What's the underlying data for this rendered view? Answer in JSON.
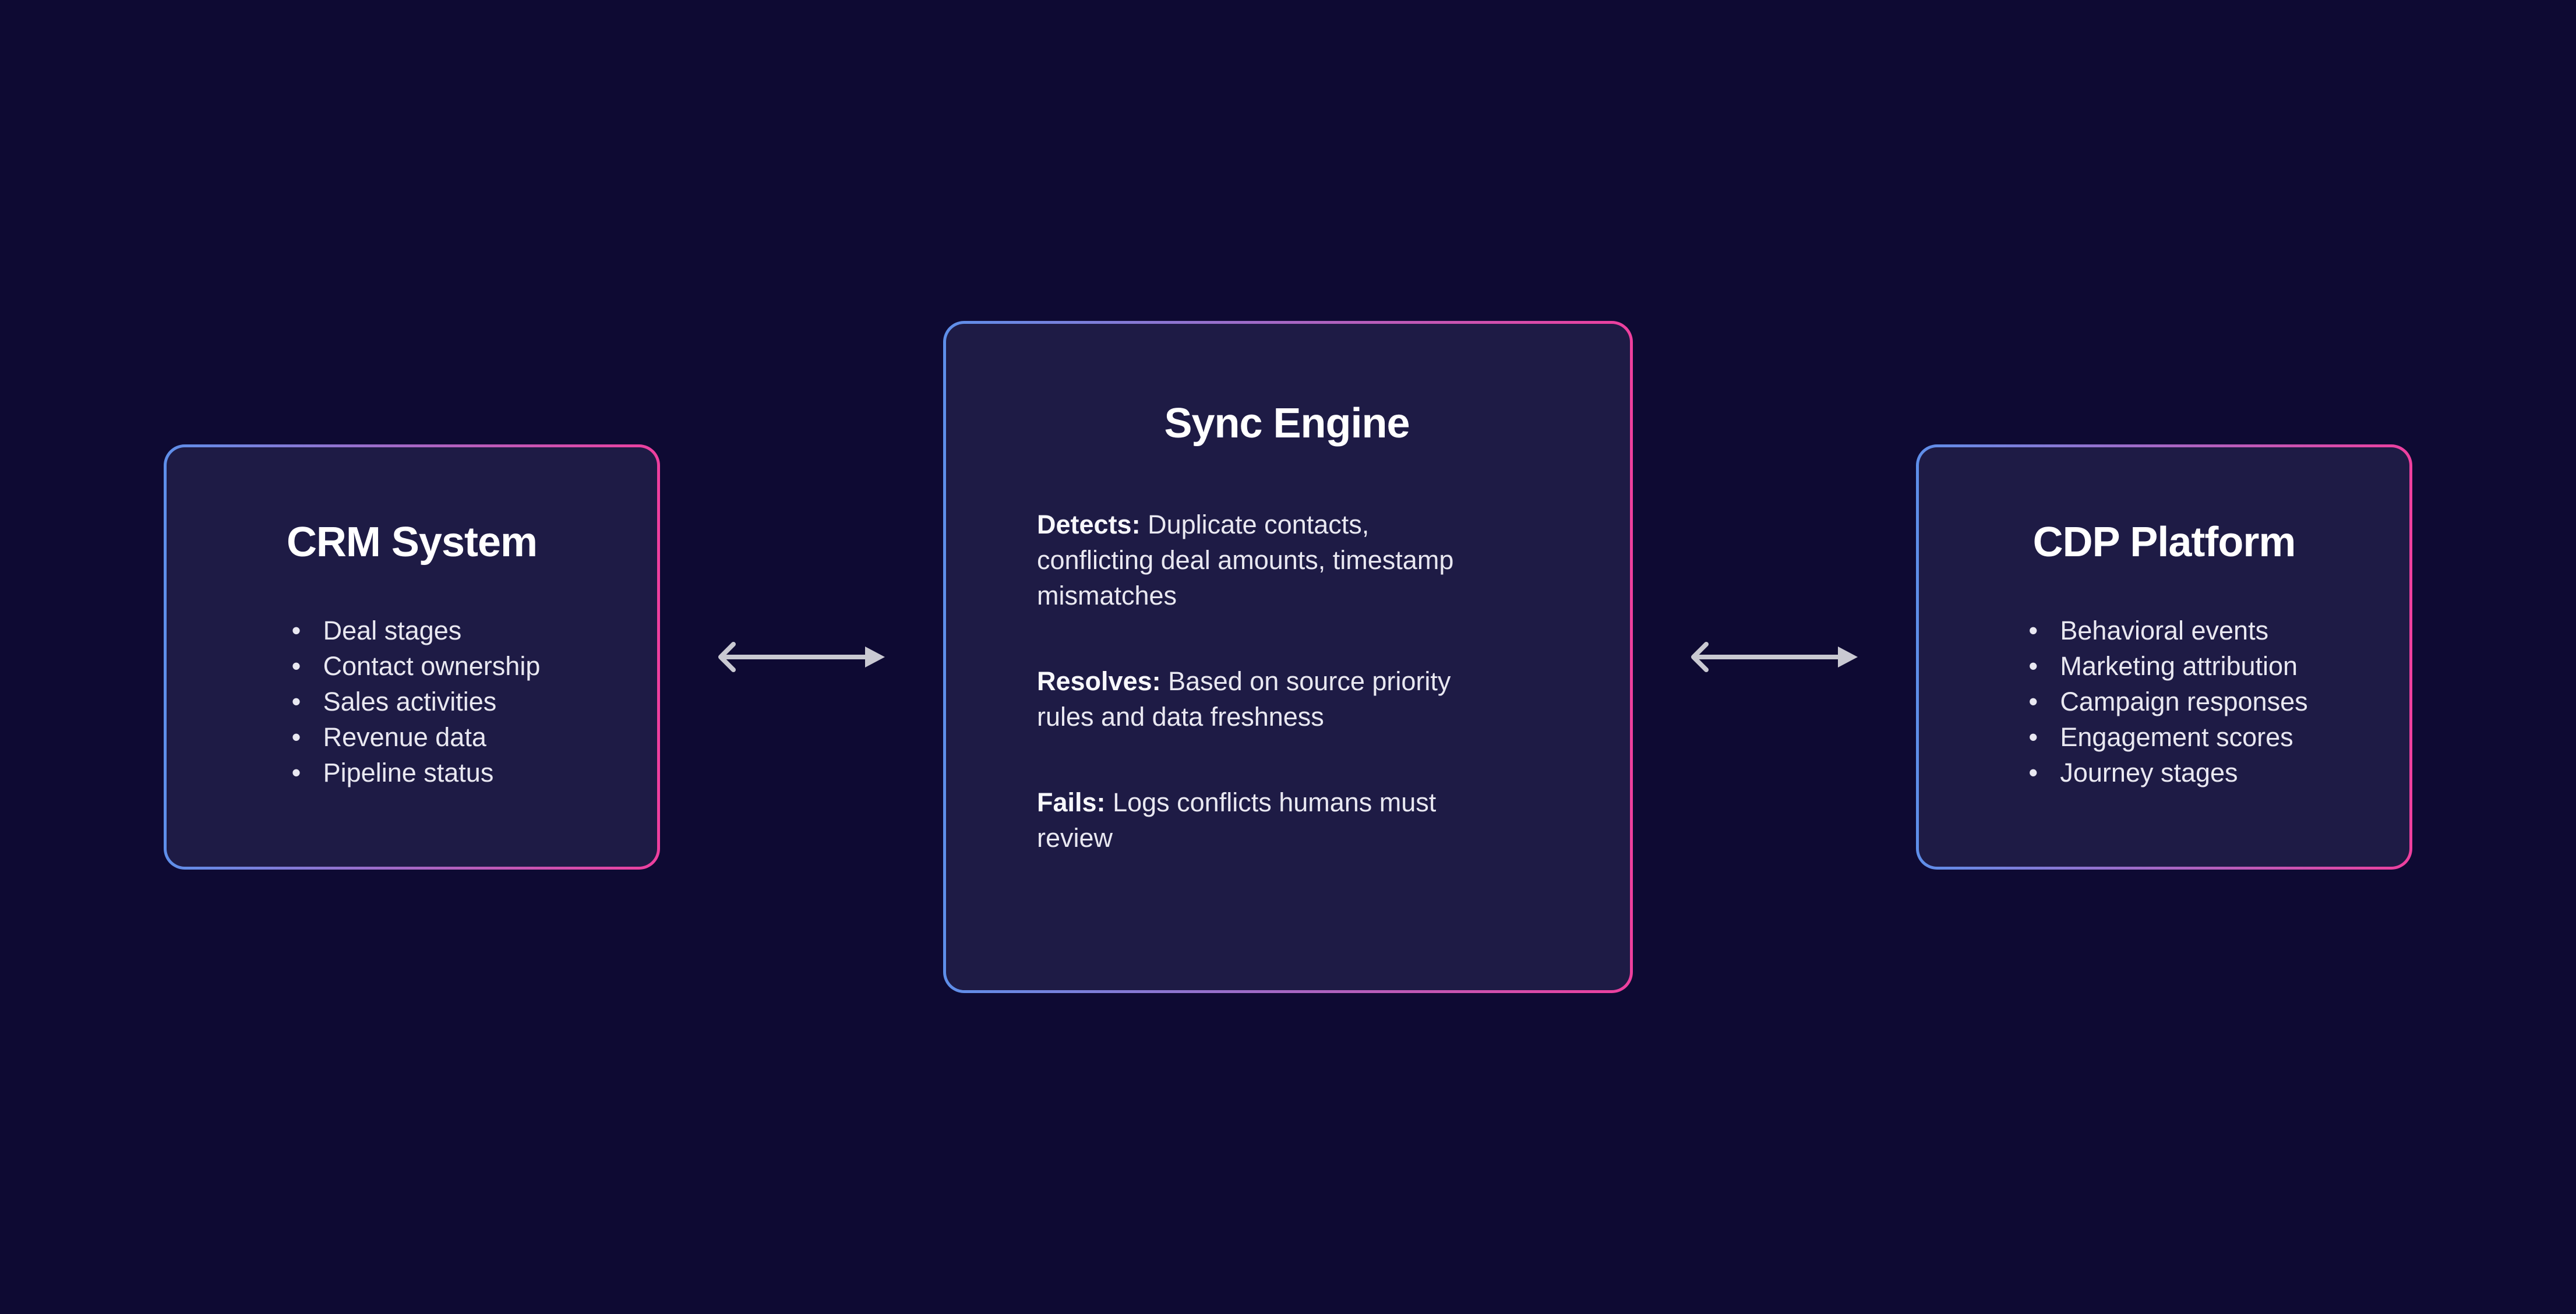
{
  "colors": {
    "background": "#0e0a33",
    "card_fill": "#1e1b45",
    "border_gradient_start": "#5e8fea",
    "border_gradient_end": "#ee3f9e",
    "arrow": "#c9c9d2",
    "title_text": "#ffffff",
    "body_text": "#e9e8f1"
  },
  "cards": [
    {
      "title": "CRM System",
      "items": [
        "Deal stages",
        "Contact ownership",
        "Sales activities",
        "Revenue data",
        "Pipeline status"
      ]
    },
    {
      "title": "Sync Engine",
      "sections": [
        {
          "label": "Detects:",
          "text": "Duplicate contacts, conflicting deal amounts, timestamp mismatches"
        },
        {
          "label": "Resolves:",
          "text": "Based on source priority rules and data freshness"
        },
        {
          "label": "Fails:",
          "text": "Logs conflicts humans must review"
        }
      ]
    },
    {
      "title": "CDP Platform",
      "items": [
        "Behavioral events",
        "Marketing attribution",
        "Campaign responses",
        "Engagement scores",
        "Journey stages"
      ]
    }
  ],
  "icons": {
    "connector": "bidirectional-arrow-icon"
  }
}
